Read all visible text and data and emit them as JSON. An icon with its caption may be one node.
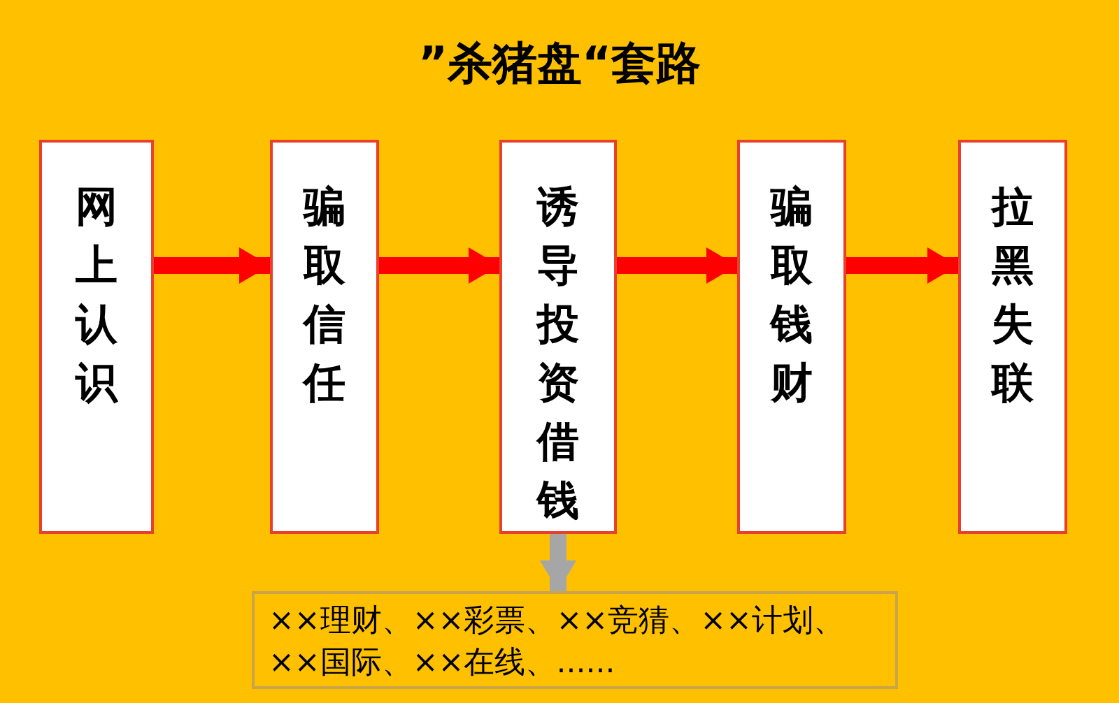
{
  "diagram": {
    "title": "”杀猪盘“套路",
    "nodes": [
      {
        "text": [
          "网上认识"
        ]
      },
      {
        "text": [
          "骗取信任"
        ]
      },
      {
        "text": [
          "诱导投资借钱"
        ]
      },
      {
        "text": [
          "骗取钱财"
        ]
      },
      {
        "text": [
          "拉黑失联"
        ]
      },
      {
        "text": [
          "××理财、××彩票、××竞猜、××计划、××国际、××在线、......"
        ]
      }
    ],
    "edges": [
      {
        "from": 0,
        "to": 1,
        "arrow": "to"
      },
      {
        "from": 1,
        "to": 2,
        "arrow": "to"
      },
      {
        "from": 2,
        "to": 3,
        "arrow": "to"
      },
      {
        "from": 3,
        "to": 4,
        "arrow": "to"
      },
      {
        "from": 2,
        "to": 5,
        "arrow": "to",
        "color": "#a6a6a6"
      }
    ]
  }
}
